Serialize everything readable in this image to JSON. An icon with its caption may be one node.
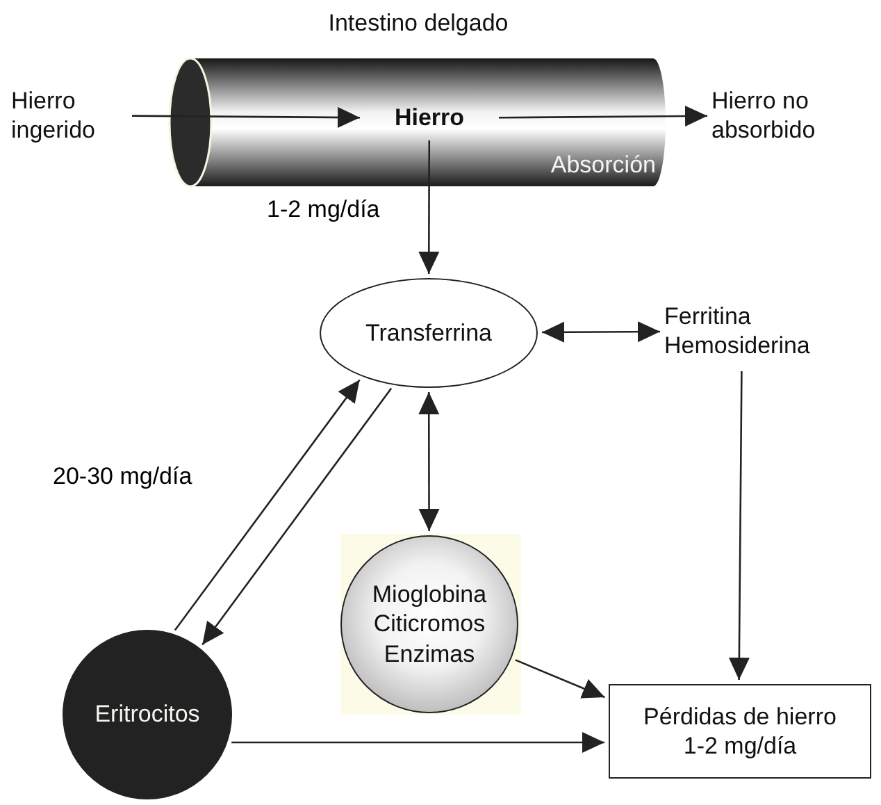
{
  "diagram": {
    "nodes": [
      {
        "text": [
          "Intestino delgado",
          "Absorción"
        ]
      },
      {
        "text": [
          "Hierro ingerido"
        ]
      },
      {
        "text": [
          "Hierro"
        ],
        "in": 0
      },
      {
        "text": [
          "Hierro no absorbido"
        ]
      },
      {
        "text": [
          "Transferrina"
        ]
      },
      {
        "text": [
          "Ferritina Hemosiderina"
        ]
      },
      {
        "text": [
          "Mioglobina Citicromos Enzimas"
        ]
      },
      {
        "text": [
          "Eritrocitos"
        ]
      },
      {
        "text": [
          "Pérdidas de hierro 1-2 mg/día"
        ]
      }
    ],
    "edges": [
      {
        "from": 1,
        "to": 2,
        "arrow": "to"
      },
      {
        "from": 2,
        "to": 3,
        "arrow": "to"
      },
      {
        "from": 2,
        "to": 4,
        "arrow": "to",
        "label": "1-2 mg/día"
      },
      {
        "from": 4,
        "to": 5,
        "arrow": "both"
      },
      {
        "from": 4,
        "to": 6,
        "arrow": "both"
      },
      {
        "from": 7,
        "to": 4,
        "arrow": "to",
        "label": "20-30 mg/día"
      },
      {
        "from": 4,
        "to": 7,
        "arrow": "to"
      },
      {
        "from": 5,
        "to": 8,
        "arrow": "to"
      },
      {
        "from": 6,
        "to": 8,
        "arrow": "to"
      },
      {
        "from": 7,
        "to": 8,
        "arrow": "to"
      }
    ]
  }
}
